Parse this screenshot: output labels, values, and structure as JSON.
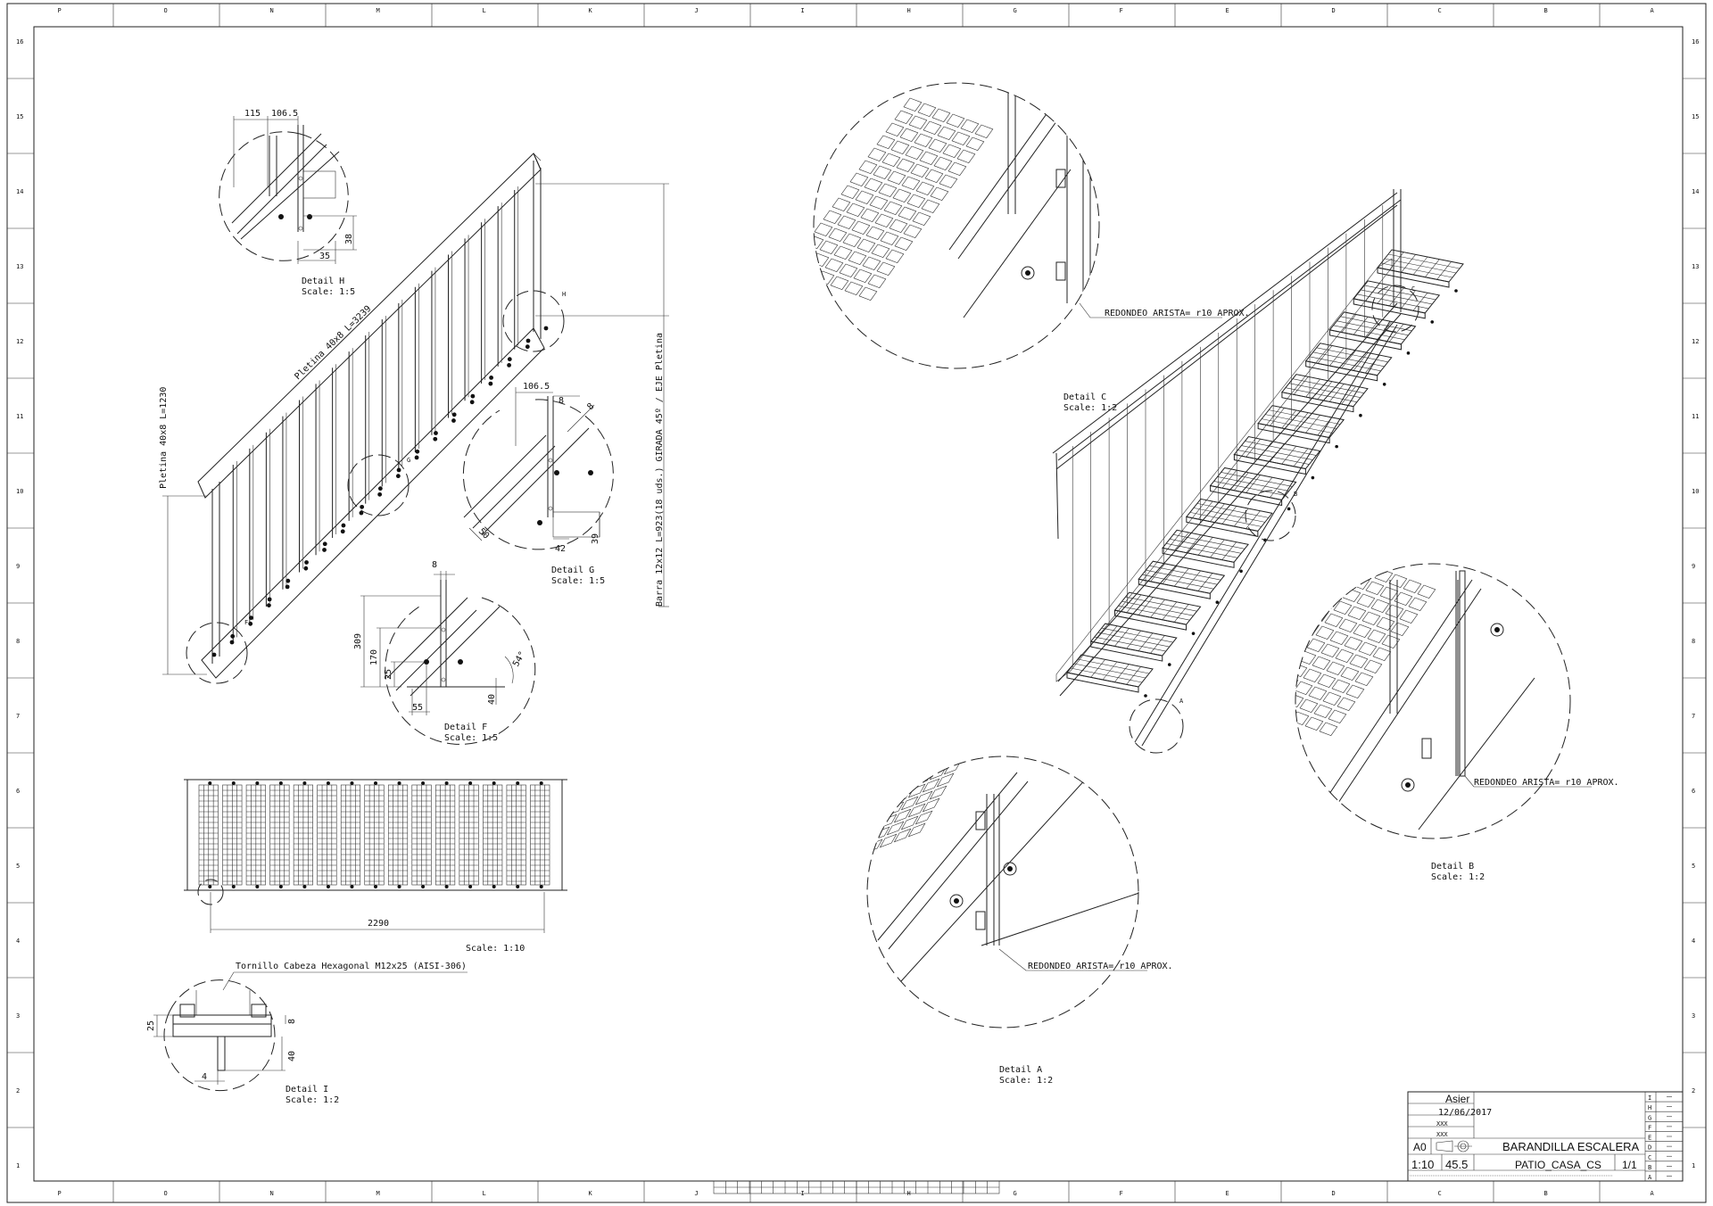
{
  "frame": {
    "columns": [
      "P",
      "O",
      "N",
      "M",
      "L",
      "K",
      "J",
      "I",
      "H",
      "G",
      "F",
      "E",
      "D",
      "C",
      "B",
      "A"
    ],
    "rows": [
      "16",
      "15",
      "14",
      "13",
      "12",
      "11",
      "10",
      "9",
      "8",
      "7",
      "6",
      "5",
      "4",
      "3",
      "2",
      "1"
    ]
  },
  "left_drawing": {
    "rail_label": "Pletina 40x8 L=3239",
    "post_label": "Pletina 40x8 L=1230",
    "bar_label": "Barra 12x12 L=923(18 uds.) GIRADA 45º / EJE Pletina",
    "callout_h": "H",
    "callout_g": "G",
    "callout_f": "F"
  },
  "detail_h": {
    "title": "Detail H",
    "scale": "Scale:  1:5",
    "dims": [
      "115",
      "106.5",
      "38",
      "35"
    ]
  },
  "detail_g": {
    "title": "Detail G",
    "scale": "Scale:  1:5",
    "dims": [
      "106.5",
      "8",
      "8",
      "50",
      "42",
      "39"
    ]
  },
  "detail_f": {
    "title": "Detail F",
    "scale": "Scale:  1:5",
    "dims": [
      "8",
      "309",
      "170",
      "25",
      "55",
      "40",
      "54°"
    ]
  },
  "plan": {
    "length": "2290",
    "scale": "Scale:  1:10",
    "bolt_label": "Tornillo Cabeza Hexagonal M12x25 (AISI-306)"
  },
  "detail_i": {
    "title": "Detail I",
    "scale": "Scale:  1:2",
    "dims": [
      "25",
      "8",
      "40",
      "4"
    ]
  },
  "detail_c": {
    "title": "Detail C",
    "scale": "Scale:  1:2",
    "note": "REDONDEO ARISTA= r10 APROX."
  },
  "detail_b": {
    "title": "Detail B",
    "scale": "Scale:  1:2",
    "note": "REDONDEO ARISTA= r10 APROX."
  },
  "detail_a": {
    "title": "Detail A",
    "scale": "Scale:  1:2",
    "note": "REDONDEO ARISTA= r10 APROX."
  },
  "iso": {
    "callout_c": "C",
    "callout_b": "B",
    "callout_a": "A"
  },
  "title_block": {
    "designer": "Asier",
    "date": "12/06/2017",
    "checked": "XXX",
    "approved": "XXX",
    "size": "A0",
    "scale": "1:10",
    "weight": "45.5",
    "title": "BARANDILLA ESCALERA",
    "drawing_number": "PATIO_CASA_CS",
    "sheet": "1/1",
    "revisions": [
      "I",
      "H",
      "G",
      "F",
      "E",
      "D",
      "C",
      "B",
      "A"
    ]
  }
}
